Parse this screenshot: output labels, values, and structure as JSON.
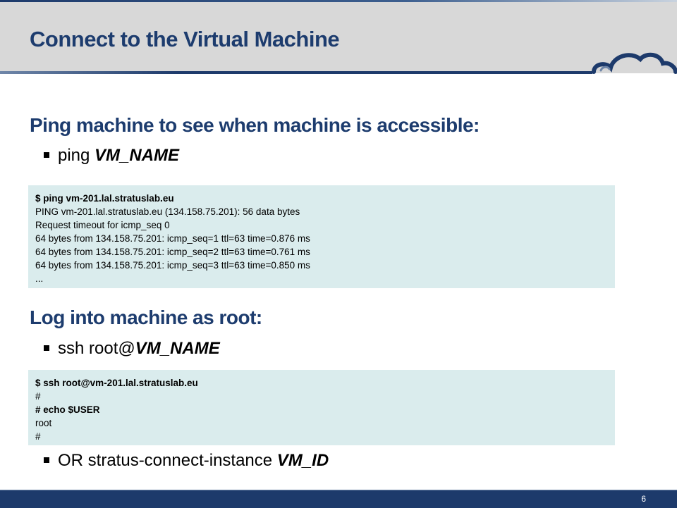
{
  "slide": {
    "title": "Connect to the Virtual Machine",
    "page_number": "6"
  },
  "section_ping": {
    "heading": "Ping machine to see when machine is accessible:",
    "bullet_prefix": "ping ",
    "bullet_emph": "VM_NAME",
    "code_lines": [
      "$ ping vm-201.lal.stratuslab.eu",
      "PING vm-201.lal.stratuslab.eu (134.158.75.201): 56 data bytes",
      "Request timeout for icmp_seq 0",
      "64 bytes from 134.158.75.201: icmp_seq=1 ttl=63 time=0.876 ms",
      "64 bytes from 134.158.75.201: icmp_seq=2 ttl=63 time=0.761 ms",
      "64 bytes from 134.158.75.201: icmp_seq=3 ttl=63 time=0.850 ms",
      "..."
    ]
  },
  "section_login": {
    "heading": "Log into machine as root:",
    "bullet_prefix": "ssh root@",
    "bullet_emph": "VM_NAME",
    "code_lines": [
      "$ ssh root@vm-201.lal.stratuslab.eu",
      "#",
      "# echo $USER",
      "root",
      "#"
    ],
    "alt_bullet_prefix": "OR stratus-connect-instance ",
    "alt_bullet_emph": "VM_ID"
  },
  "colors": {
    "title_blue": "#1d3c6e",
    "header_gray": "#d8d8d8",
    "code_background": "#daeced",
    "footer_navy": "#1d3a6b"
  }
}
